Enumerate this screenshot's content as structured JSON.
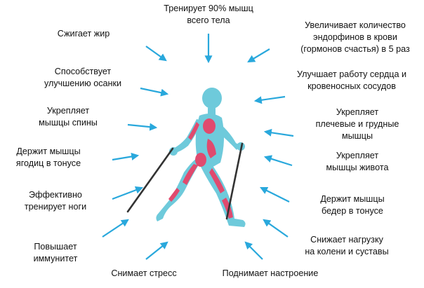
{
  "labels": {
    "top": [
      "Тренирует 90% мышц",
      "всего тела"
    ],
    "fat": [
      "Сжигает жир"
    ],
    "posture": [
      "Способствует",
      "улучшению осанки"
    ],
    "back": [
      "Укрепляет",
      "мышцы спины"
    ],
    "glutes": [
      "Держит мышцы",
      "ягодиц в тонусе"
    ],
    "legs": [
      "Эффективно",
      "тренирует ноги"
    ],
    "immunity": [
      "Повышает",
      "иммунитет"
    ],
    "stress": [
      "Снимает стресс"
    ],
    "mood": [
      "Поднимает настроение"
    ],
    "endorphins": [
      "Увеличивает количество",
      "эндорфинов в крови",
      "(гормонов счастья) в 5 раз"
    ],
    "heart": [
      "Улучшает работу сердца и",
      "кровеносных сосудов"
    ],
    "shoulders": [
      "Укрепляет",
      "плечевые и грудные",
      "мышцы"
    ],
    "abs": [
      "Укрепляет",
      "мышцы живота"
    ],
    "thighs": [
      "Держит мышцы",
      "бедер в тонусе"
    ],
    "joints": [
      "Снижает нагрузку",
      "на колени и суставы"
    ]
  },
  "colors": {
    "arrow": "#29a8dc",
    "body": "#6ecadb",
    "muscle": "#e04a6e",
    "pole": "#333333"
  },
  "icons": {
    "arrow": "arrow-icon",
    "figure": "nordic-walker-icon"
  }
}
